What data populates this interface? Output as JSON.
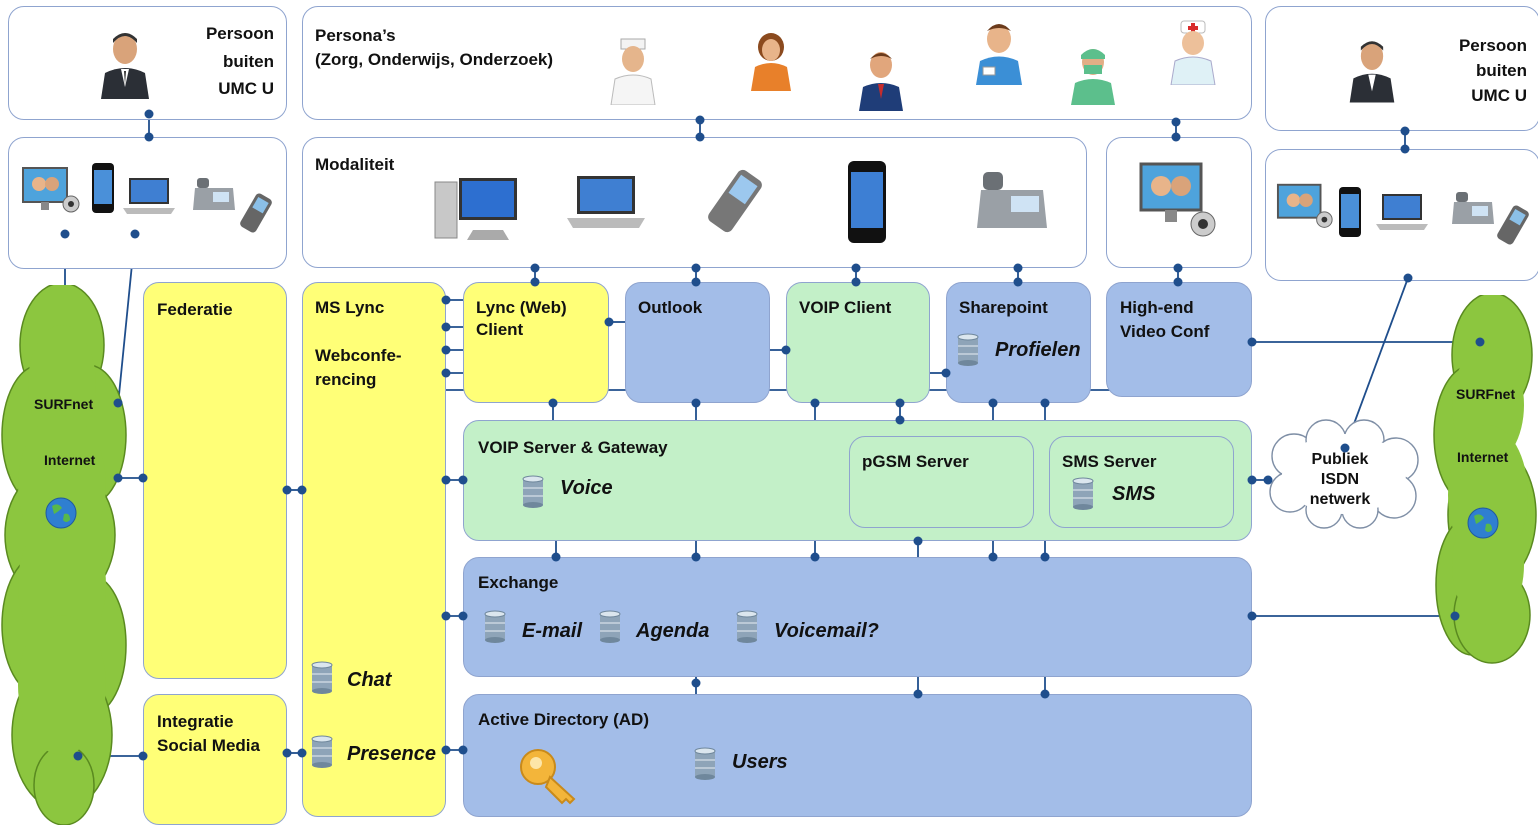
{
  "person_left": {
    "line1": "Persoon",
    "line2": "buiten",
    "line3": "UMC U"
  },
  "person_right": {
    "line1": "Persoon",
    "line2": "buiten",
    "line3": "UMC U"
  },
  "personas": {
    "line1": "Persona’s",
    "line2": "(Zorg, Onderwijs, Onderzoek)"
  },
  "modaliteit": {
    "title": "Modaliteit"
  },
  "federatie": {
    "title": "Federatie"
  },
  "ms_lync": {
    "title": "MS Lync",
    "sub1": "Webconfe-",
    "sub2": "rencing",
    "chat": "Chat",
    "presence": "Presence"
  },
  "lync_client": {
    "line1": "Lync (Web)",
    "line2": "Client"
  },
  "outlook": {
    "title": "Outlook"
  },
  "voip_client": {
    "title": "VOIP Client"
  },
  "sharepoint": {
    "title": "Sharepoint",
    "db": "Profielen"
  },
  "highend": {
    "line1": "High-end",
    "line2": "Video Conf"
  },
  "voip_server": {
    "title": "VOIP Server & Gateway",
    "db": "Voice"
  },
  "pgsm": {
    "title": "pGSM Server"
  },
  "sms_server": {
    "title": "SMS Server",
    "db": "SMS"
  },
  "exchange": {
    "title": "Exchange",
    "db1": "E-mail",
    "db2": "Agenda",
    "db3": "Voicemail?"
  },
  "ad": {
    "title": "Active Directory (AD)",
    "db": "Users"
  },
  "integratie": {
    "line1": "Integratie",
    "line2": "Social Media"
  },
  "isdn": {
    "line1": "Publiek",
    "line2": "ISDN",
    "line3": "netwerk"
  },
  "cloud_left": {
    "surfnet": "SURFnet",
    "internet": "Internet"
  },
  "cloud_right": {
    "surfnet": "SURFnet",
    "internet": "Internet"
  },
  "colors": {
    "yellow": "#ffff77",
    "blue": "#a3bde8",
    "green": "#c3f0c8",
    "cloud": "#8cc63f",
    "line": "#1f4e8c",
    "border": "#8fa4cf"
  }
}
